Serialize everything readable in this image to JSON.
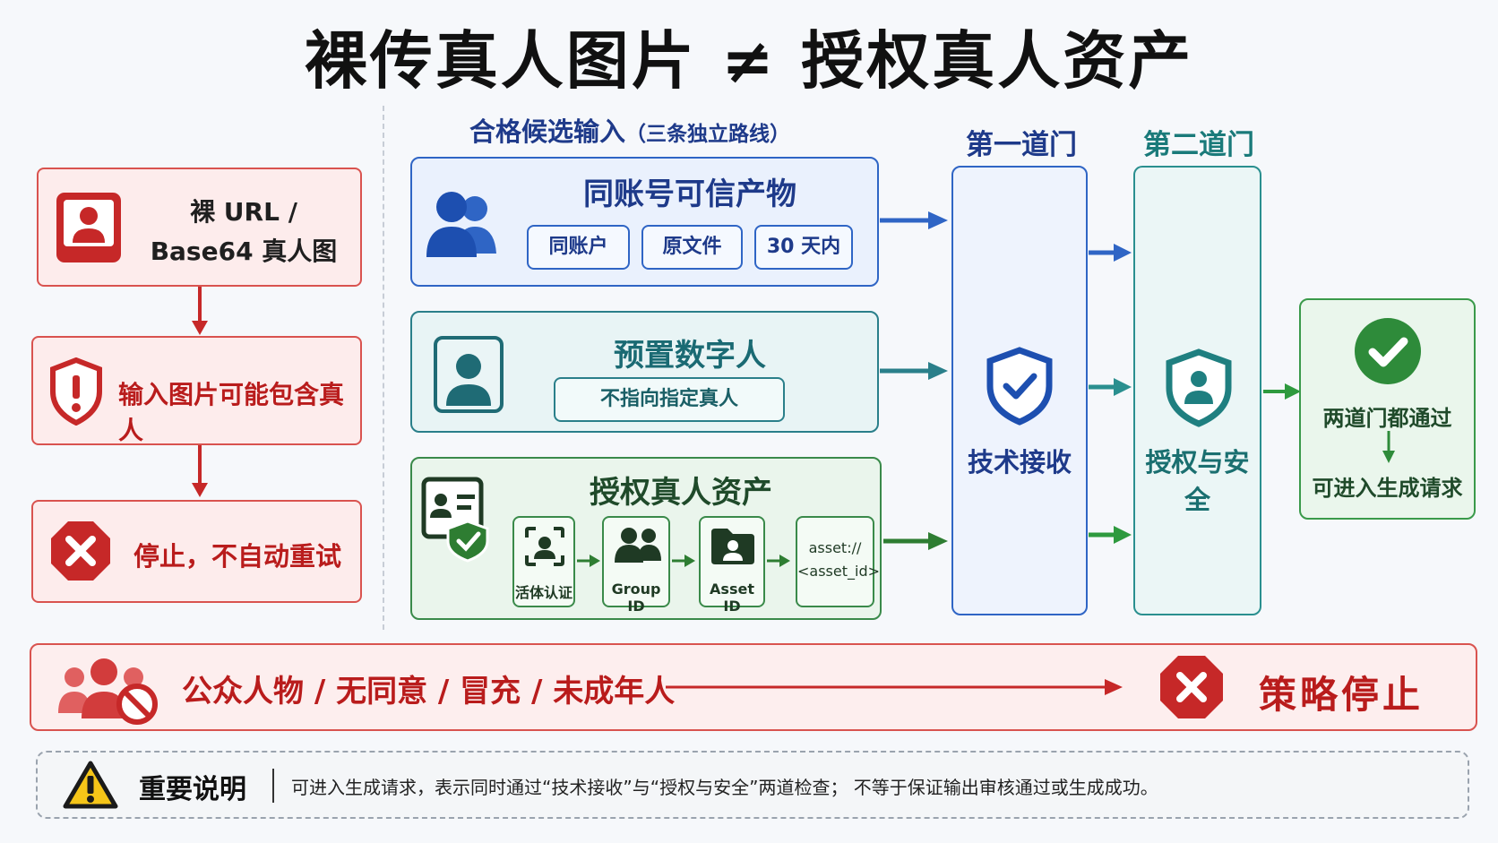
{
  "title": "裸传真人图片 ≠ 授权真人资产",
  "left_flow": {
    "box1_line1": "裸 URL /",
    "box1_line2": "Base64 真人图",
    "box2": "输入图片可能包含真人",
    "box3": "停止，不自动重试"
  },
  "middle": {
    "section_title": "合格候选输入",
    "section_subtitle": "（三条独立路线）",
    "route1": {
      "title": "同账号可信产物",
      "tags": [
        "同账户",
        "原文件",
        "30 天内"
      ]
    },
    "route2": {
      "title": "预置数字人",
      "tag": "不指向指定真人"
    },
    "route3": {
      "title": "授权真人资产",
      "steps": [
        "活体认证",
        "Group ID",
        "Asset ID"
      ],
      "format_line1": "asset://",
      "format_line2": "<asset_id>"
    }
  },
  "gates": {
    "gate1_title": "第一道门",
    "gate1_label": "技术接收",
    "gate2_title": "第二道门",
    "gate2_label": "授权与安全"
  },
  "result": {
    "line1": "两道门都通过",
    "line2": "可进入生成请求"
  },
  "stop_bar": {
    "text": "公众人物 / 无同意 / 冒充 / 未成年人",
    "stop_label": "策略停止"
  },
  "note": {
    "heading": "重要说明",
    "body": "可进入生成请求，表示同时通过“技术接收”与“授权与安全”两道检查； 不等于保证输出审核通过或生成成功。"
  },
  "colors": {
    "red": "#c62828",
    "blue": "#2f65c5",
    "teal": "#2a7f8a",
    "green": "#3a8a4a"
  }
}
